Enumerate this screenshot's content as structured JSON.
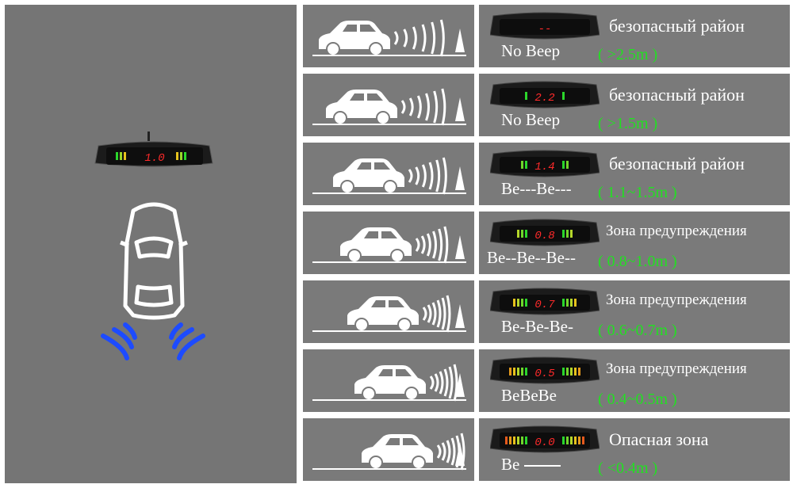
{
  "colors": {
    "panel": "#7a7a7a",
    "safe_green": "#22e022",
    "digit_red": "#ff2a2a",
    "wave_blue": "#1d4bff"
  },
  "main_display": {
    "reading": "1.0"
  },
  "rows": [
    {
      "reading": "--",
      "zone": "безопасный район",
      "beep": "No Beep",
      "range": "( >2.5m )",
      "bars": 0,
      "zone_type": "safe"
    },
    {
      "reading": "2.2",
      "zone": "безопасный район",
      "beep": "No Beep",
      "range": "( >1.5m )",
      "bars": 1,
      "zone_type": "safe"
    },
    {
      "reading": "1.4",
      "zone": "безопасный район",
      "beep": "Be---Be---",
      "range": "( 1.1~1.5m )",
      "bars": 2,
      "zone_type": "safe"
    },
    {
      "reading": "0.8",
      "zone": "Зона предупреждения",
      "beep": "Be--Be--Be--",
      "range": "( 0.8~1.0m )",
      "bars": 3,
      "zone_type": "warn"
    },
    {
      "reading": "0.7",
      "zone": "Зона предупреждения",
      "beep": "Be-Be-Be-",
      "range": "( 0.6~0.7m )",
      "bars": 4,
      "zone_type": "warn"
    },
    {
      "reading": "0.5",
      "zone": "Зона предупреждения",
      "beep": "BeBeBe",
      "range": "( 0.4~0.5m )",
      "bars": 5,
      "zone_type": "warn"
    },
    {
      "reading": "0.0",
      "zone": "Опасная зона",
      "beep": "Be",
      "range": "( <0.4m )",
      "bars": 6,
      "zone_type": "danger"
    }
  ]
}
